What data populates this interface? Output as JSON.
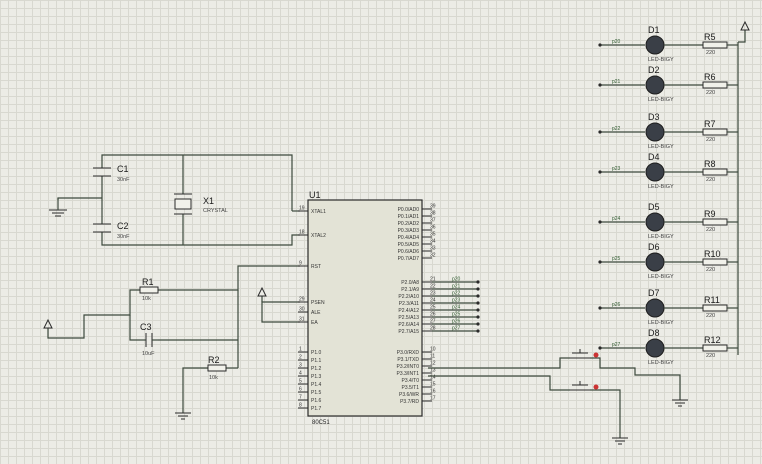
{
  "capacitors": {
    "c1": {
      "ref": "C1",
      "value": "30nF"
    },
    "c2": {
      "ref": "C2",
      "value": "30nF"
    },
    "c3": {
      "ref": "C3",
      "value": "10uF"
    }
  },
  "crystal": {
    "ref": "X1",
    "value": "CRYSTAL"
  },
  "resistors_left": {
    "r1": {
      "ref": "R1",
      "value": "10k"
    },
    "r2": {
      "ref": "R2",
      "value": "10k"
    }
  },
  "mcu": {
    "ref": "U1",
    "part": "80C51",
    "left_pins": [
      {
        "num": "19",
        "name": "XTAL1"
      },
      {
        "num": "18",
        "name": "XTAL2"
      },
      {
        "num": "9",
        "name": "RST"
      },
      {
        "num": "29",
        "name": "PSEN"
      },
      {
        "num": "30",
        "name": "ALE"
      },
      {
        "num": "31",
        "name": "EA"
      }
    ],
    "p1_pins": [
      {
        "num": "1",
        "name": "P1.0"
      },
      {
        "num": "2",
        "name": "P1.1"
      },
      {
        "num": "3",
        "name": "P1.2"
      },
      {
        "num": "4",
        "name": "P1.3"
      },
      {
        "num": "5",
        "name": "P1.4"
      },
      {
        "num": "6",
        "name": "P1.5"
      },
      {
        "num": "7",
        "name": "P1.6"
      },
      {
        "num": "8",
        "name": "P1.7"
      }
    ],
    "p0_pins": [
      {
        "num": "39",
        "name": "P0.0/AD0"
      },
      {
        "num": "38",
        "name": "P0.1/AD1"
      },
      {
        "num": "37",
        "name": "P0.2/AD2"
      },
      {
        "num": "36",
        "name": "P0.3/AD3"
      },
      {
        "num": "35",
        "name": "P0.4/AD4"
      },
      {
        "num": "34",
        "name": "P0.5/AD5"
      },
      {
        "num": "33",
        "name": "P0.6/AD6"
      },
      {
        "num": "32",
        "name": "P0.7/AD7"
      }
    ],
    "p2_pins": [
      {
        "num": "21",
        "name": "P2.0/A8",
        "net": "p20"
      },
      {
        "num": "22",
        "name": "P2.1/A9",
        "net": "p21"
      },
      {
        "num": "23",
        "name": "P2.2/A10",
        "net": "p22"
      },
      {
        "num": "24",
        "name": "P2.3/A11",
        "net": "p23"
      },
      {
        "num": "25",
        "name": "P2.4/A12",
        "net": "p24"
      },
      {
        "num": "26",
        "name": "P2.5/A13",
        "net": "p25"
      },
      {
        "num": "27",
        "name": "P2.6/A14",
        "net": "p26"
      },
      {
        "num": "28",
        "name": "P2.7/A15",
        "net": "p27"
      }
    ],
    "p3_pins": [
      {
        "num": "10",
        "name": "P3.0/RXD"
      },
      {
        "num": "11",
        "name": "P3.1/TXD"
      },
      {
        "num": "12",
        "name": "P3.2/INT0"
      },
      {
        "num": "13",
        "name": "P3.3/INT1"
      },
      {
        "num": "14",
        "name": "P3.4/T0"
      },
      {
        "num": "15",
        "name": "P3.5/T1"
      },
      {
        "num": "16",
        "name": "P3.6/WR"
      },
      {
        "num": "17",
        "name": "P3.7/RD"
      }
    ]
  },
  "leds": [
    {
      "ref": "D1",
      "type": "LED-BIGY",
      "net": "p20",
      "res_ref": "R5",
      "res_value": "220"
    },
    {
      "ref": "D2",
      "type": "LED-BIGY",
      "net": "p21",
      "res_ref": "R6",
      "res_value": "220"
    },
    {
      "ref": "D3",
      "type": "LED-BIGY",
      "net": "p22",
      "res_ref": "R7",
      "res_value": "220"
    },
    {
      "ref": "D4",
      "type": "LED-BIGY",
      "net": "p23",
      "res_ref": "R8",
      "res_value": "220"
    },
    {
      "ref": "D5",
      "type": "LED-BIGY",
      "net": "p24",
      "res_ref": "R9",
      "res_value": "220"
    },
    {
      "ref": "D6",
      "type": "LED-BIGY",
      "net": "p25",
      "res_ref": "R10",
      "res_value": "220"
    },
    {
      "ref": "D7",
      "type": "LED-BIGY",
      "net": "p26",
      "res_ref": "R11",
      "res_value": "220"
    },
    {
      "ref": "D8",
      "type": "LED-BIGY",
      "net": "p27",
      "res_ref": "R12",
      "res_value": "220"
    }
  ],
  "colors": {
    "wire": "#3d4a3d",
    "chip_fill": "#e3e3d6",
    "led_fill": "#3a3f47",
    "button_pin": "#cc3333",
    "grid": "#d8d8d0"
  }
}
